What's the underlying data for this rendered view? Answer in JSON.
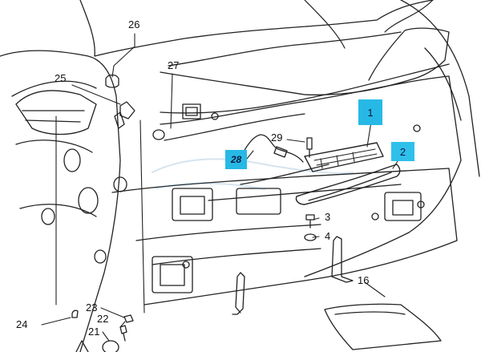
{
  "callouts": {
    "c26": "26",
    "c27": "27",
    "c25": "25",
    "c29": "29",
    "c3": "3",
    "c4": "4",
    "c16": "16",
    "c23": "23",
    "c22": "22",
    "c24": "24",
    "c21": "21",
    "c1": "1",
    "c2": "2",
    "c28": "28"
  },
  "colors": {
    "highlight": "#27b9e6",
    "line": "#222222",
    "ink": "#111111"
  }
}
